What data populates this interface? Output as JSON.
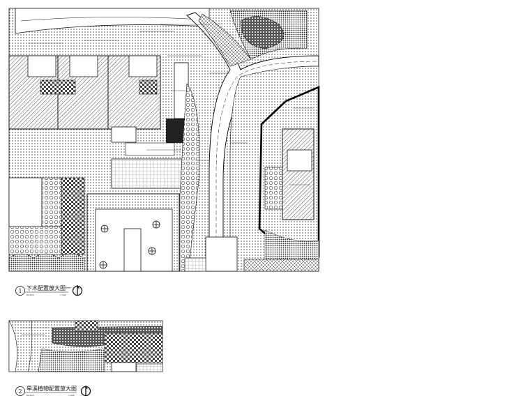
{
  "drawing_1": {
    "number": "1",
    "title": "下木配置放大图一",
    "scale_label": "SCALE",
    "scale_value": "1:200",
    "north_icon": "north-arrow-icon"
  },
  "drawing_2": {
    "number": "2",
    "title": "旱溪植物配置放大图",
    "scale_label": "SCALE",
    "scale_value": "1:200",
    "north_icon": "north-arrow-icon"
  },
  "colors": {
    "line": "#111111",
    "hatch": "#333333",
    "paper": "#ffffff"
  }
}
